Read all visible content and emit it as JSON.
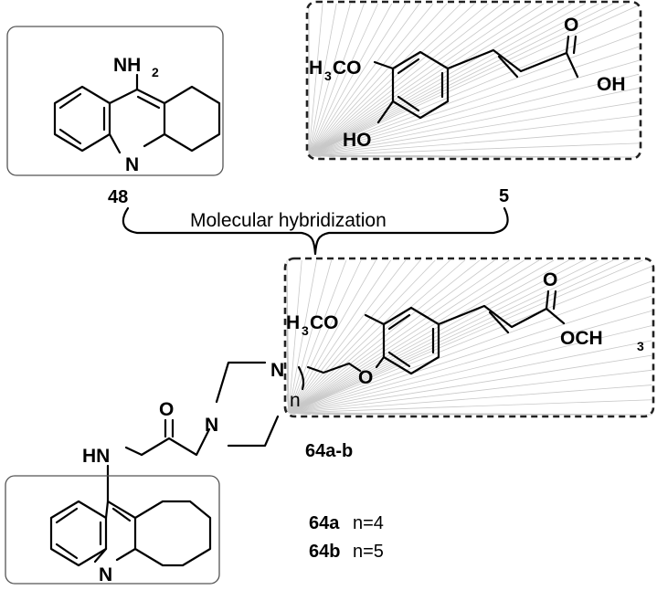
{
  "tacrine": {
    "amine": "NH",
    "amine_sub": "2",
    "ring_n": "N",
    "label": "48"
  },
  "ferulic": {
    "methoxy": "H",
    "methoxy_sub": "3",
    "methoxy_tail": "CO",
    "hydroxy": "HO",
    "carbonyl_o": "O",
    "acid_oh": "OH",
    "label": "5"
  },
  "process": {
    "label": "Molecular  hybridization"
  },
  "hybrid": {
    "carbonyl_o": "O",
    "amide_nh": "HN",
    "pip_n1": "N",
    "pip_n2": "N",
    "linker_n": "n",
    "ether_o": "O",
    "methoxy": "H",
    "methoxy_sub": "3",
    "methoxy_tail": "CO",
    "ester_o": "O",
    "ester_group": "OCH",
    "ester_sub": "3",
    "quinoline_n": "N",
    "label": "64a-b"
  },
  "variants": [
    {
      "name": "64a",
      "condition": "n=4"
    },
    {
      "name": "64b",
      "condition": "n=5"
    }
  ]
}
